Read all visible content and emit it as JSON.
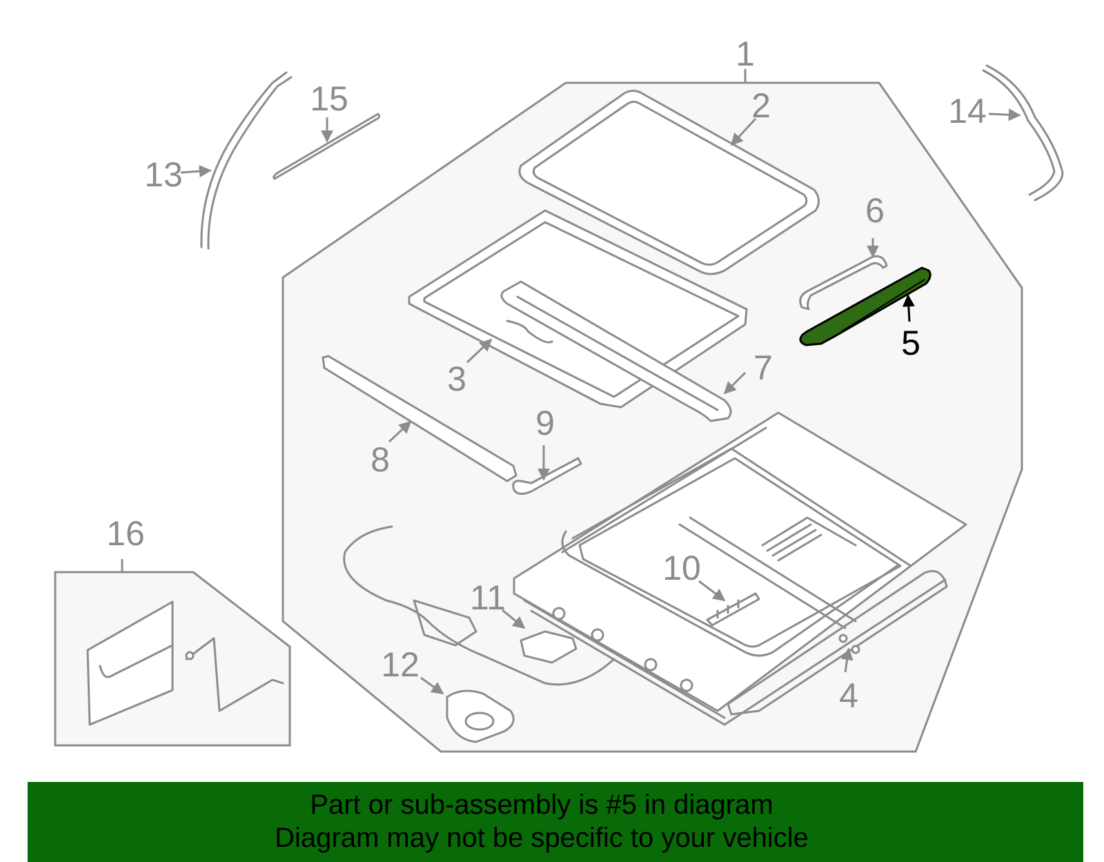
{
  "callouts": {
    "c1": "1",
    "c2": "2",
    "c3": "3",
    "c4": "4",
    "c5": "5",
    "c6": "6",
    "c7": "7",
    "c8": "8",
    "c9": "9",
    "c10": "10",
    "c11": "11",
    "c12": "12",
    "c13": "13",
    "c14": "14",
    "c15": "15",
    "c16": "16"
  },
  "highlight": {
    "part": "5",
    "color": "#2e6b12"
  },
  "colors": {
    "banner": "#086b08",
    "panel": "#f7f7f7",
    "outline": "#8c8c8c"
  },
  "banner": {
    "line1": "Part or sub-assembly is #5 in diagram",
    "line2": "Diagram may not be specific to your vehicle"
  }
}
